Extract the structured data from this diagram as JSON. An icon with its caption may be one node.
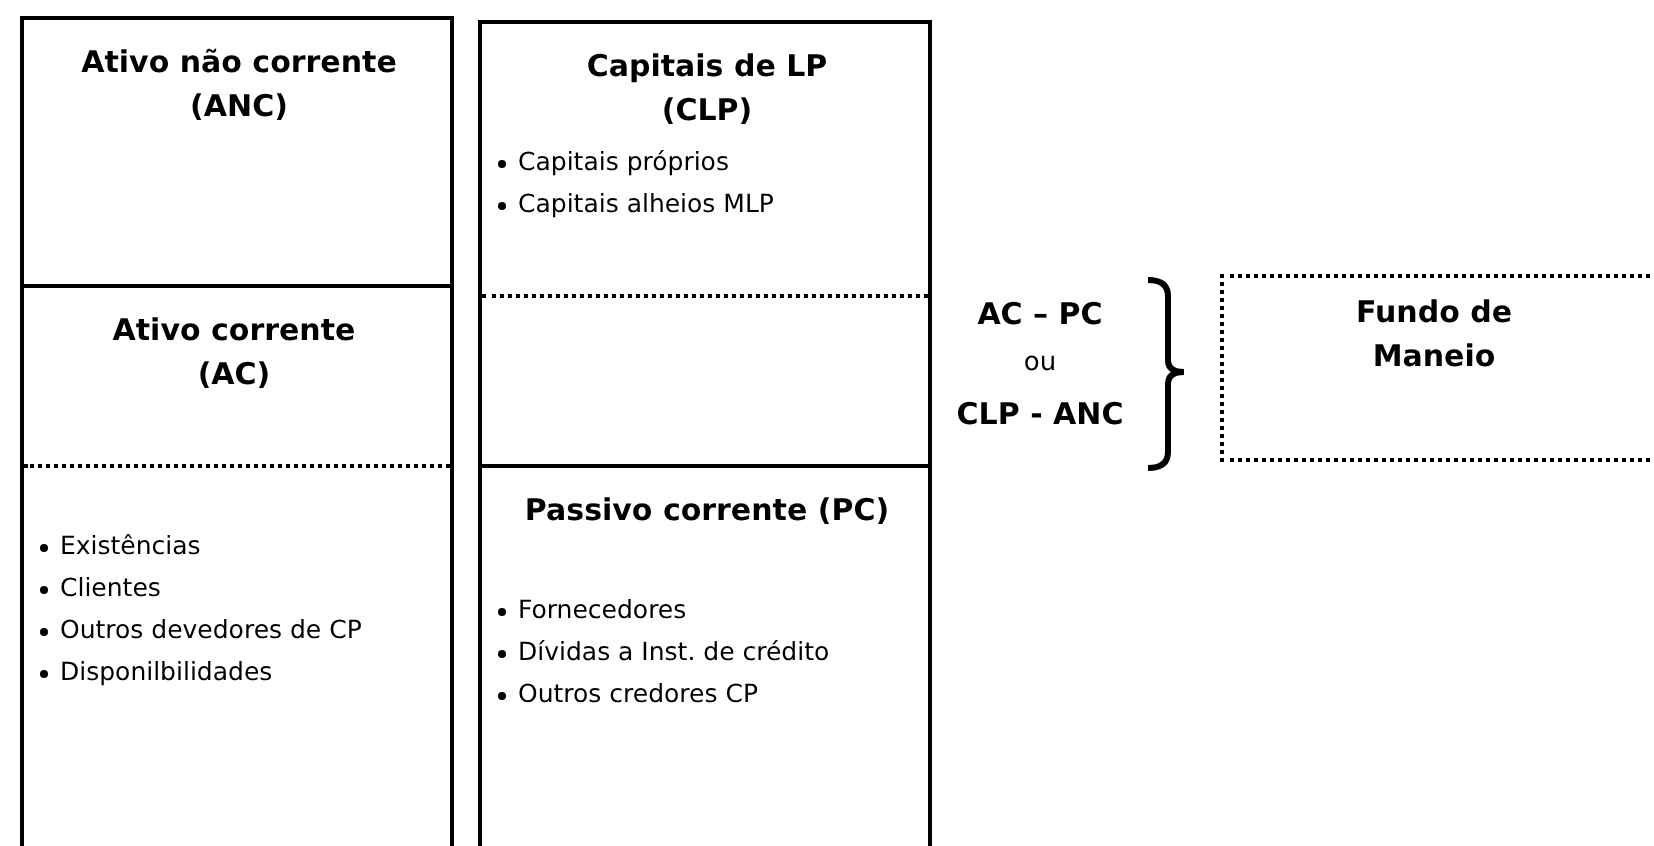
{
  "diagram": {
    "nodes": [
      {
        "text": [
          "Ativo não corrente (ANC)"
        ]
      },
      {
        "text": [
          "Ativo corrente (AC)",
          "Existências",
          "Clientes",
          "Outros devedores de CP",
          "Disponilbilidades"
        ]
      },
      {
        "text": [
          "Capitais de LP (CLP)",
          "Capitais próprios",
          "Capitais alheios MLP"
        ]
      },
      {
        "text": [
          "Passivo corrente (PC)",
          "Fornecedores",
          "Dívidas a Inst. de crédito",
          "Outros credores CP"
        ]
      },
      {
        "text": [
          "Fundo de Maneio"
        ]
      }
    ],
    "labels": [
      "AC – PC",
      "ou",
      "CLP - ANC"
    ]
  }
}
